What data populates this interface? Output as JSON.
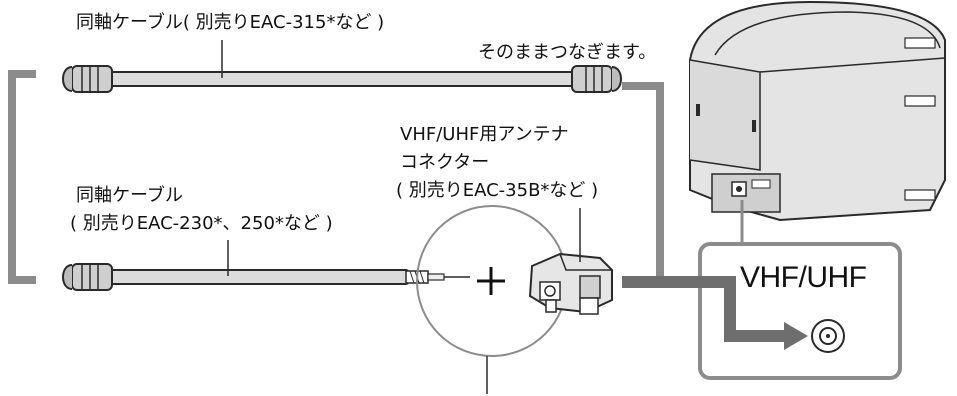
{
  "labels": {
    "top_cable": "同軸ケーブル( 別売りEAC-315*など )",
    "connect_as_is": "そのままつなぎます。",
    "connector_line1": "VHF/UHF用アンテナ",
    "connector_line2": "コネクター",
    "connector_line3": "( 別売りEAC-35B*など )",
    "bottom_cable_line1": "同軸ケーブル",
    "bottom_cable_line2": "( 別売りEAC-230*、250*など )",
    "port": "VHF/UHF"
  },
  "colors": {
    "cable_fill": "#dcdcdc",
    "cable_stroke": "#2a2a2a",
    "bracket": "#8c8c8c",
    "arrow": "#6e6e6e",
    "tv_body": "#e4e4e4"
  },
  "icons": {
    "plus": "plus-sign",
    "port": "coax-socket-icon"
  }
}
